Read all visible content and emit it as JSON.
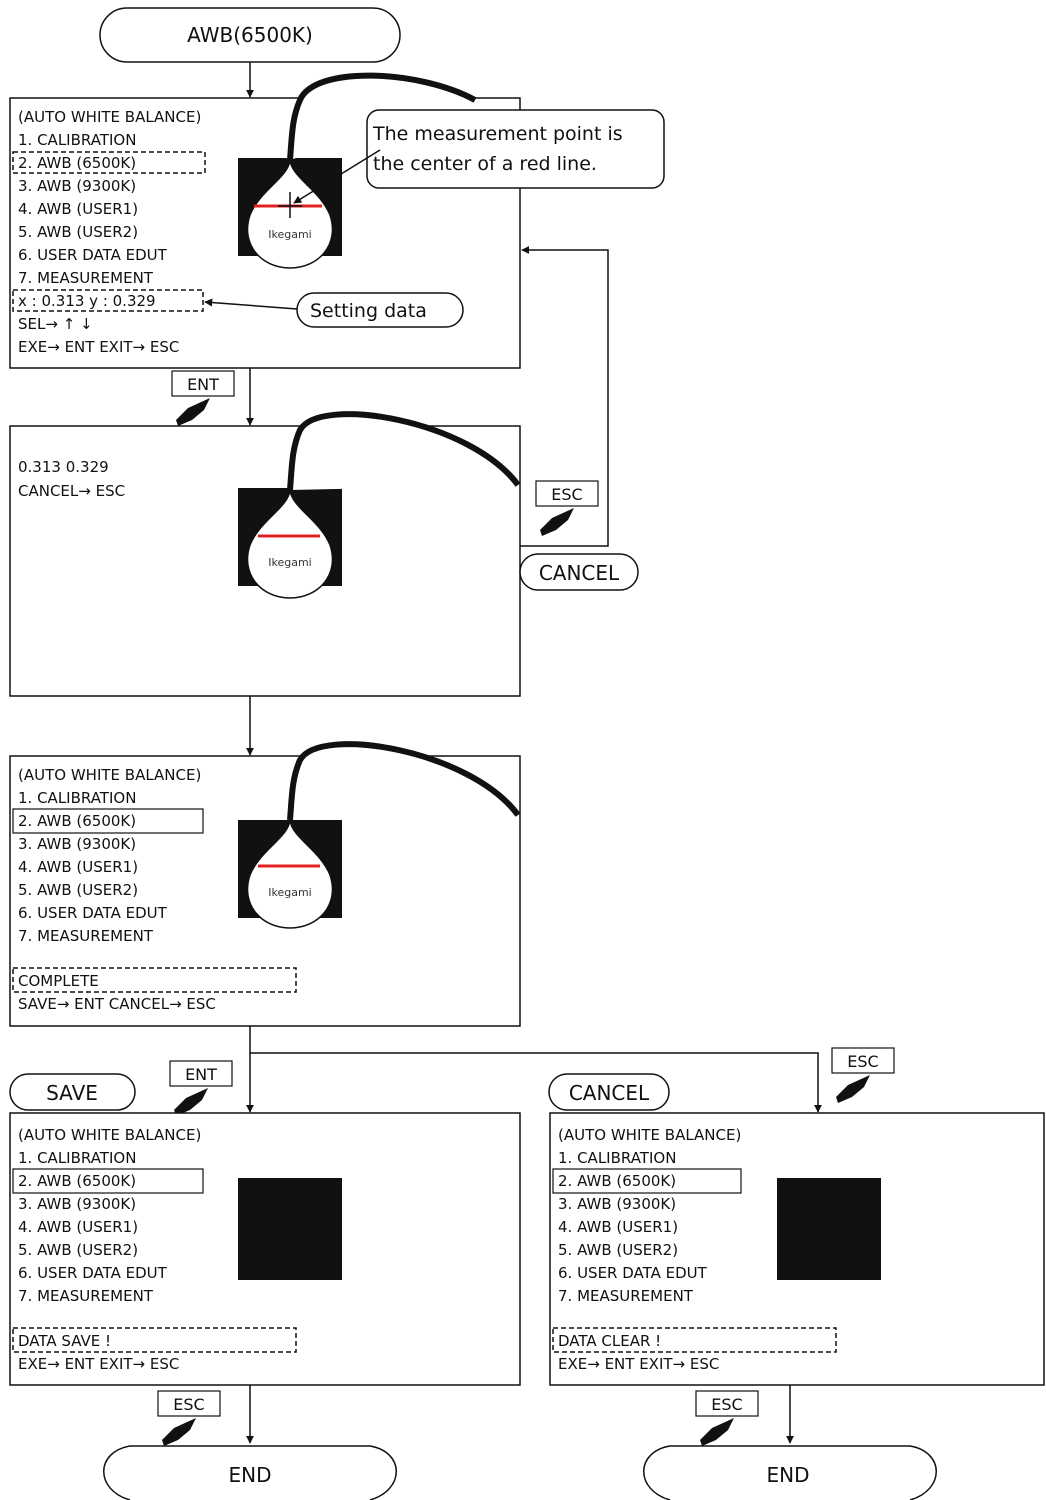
{
  "start": {
    "label": "AWB(6500K)"
  },
  "screen1": {
    "lines": [
      "(AUTO WHITE BALANCE)",
      "1. CALIBRATION",
      "2. AWB (6500K)",
      "3. AWB (9300K)",
      "4. AWB (USER1)",
      "5. AWB (USER2)",
      "6. USER DATA EDUT",
      "7. MEASUREMENT",
      "x : 0.313  y : 0.329",
      "SEL→ ↑ ↓",
      "EXE→ ENT  EXIT→ ESC"
    ],
    "probe_brand": "Ikegami",
    "callout_line1": "The measurement point is",
    "callout_line2": "the center of a red line.",
    "setting_label": "Setting data"
  },
  "key1": {
    "label": "ENT"
  },
  "screen2": {
    "lines": [
      "0.313   0.329",
      "CANCEL→ ESC"
    ],
    "probe_brand": "Ikegami"
  },
  "esc_cancel": {
    "key": "ESC",
    "label": "CANCEL"
  },
  "screen3": {
    "lines": [
      "(AUTO WHITE BALANCE)",
      "1. CALIBRATION",
      "2. AWB (6500K)",
      "3. AWB (9300K)",
      "4. AWB (USER1)",
      "5. AWB (USER2)",
      "6. USER DATA EDUT",
      "7. MEASUREMENT",
      "COMPLETE",
      "SAVE→ ENT  CANCEL→ ESC"
    ],
    "probe_brand": "Ikegami"
  },
  "save_branch": {
    "label": "SAVE",
    "key": "ENT"
  },
  "cancel_branch": {
    "label": "CANCEL",
    "key": "ESC"
  },
  "screen4": {
    "lines": [
      "(AUTO WHITE BALANCE)",
      "1. CALIBRATION",
      "2. AWB (6500K)",
      "3. AWB (9300K)",
      "4. AWB (USER1)",
      "5. AWB (USER2)",
      "6. USER DATA EDUT",
      "7. MEASUREMENT",
      "DATA SAVE !",
      "EXE→ ENT  EXIT→ ESC"
    ]
  },
  "screen5": {
    "lines": [
      "(AUTO WHITE BALANCE)",
      "1. CALIBRATION",
      "2. AWB (6500K)",
      "3. AWB (9300K)",
      "4. AWB (USER1)",
      "5. AWB (USER2)",
      "6. USER DATA EDUT",
      "7. MEASUREMENT",
      "DATA CLEAR !",
      "EXE→ ENT  EXIT→ ESC"
    ]
  },
  "key_end_left": {
    "label": "ESC"
  },
  "key_end_right": {
    "label": "ESC"
  },
  "end_left": {
    "label": "END"
  },
  "end_right": {
    "label": "END"
  }
}
